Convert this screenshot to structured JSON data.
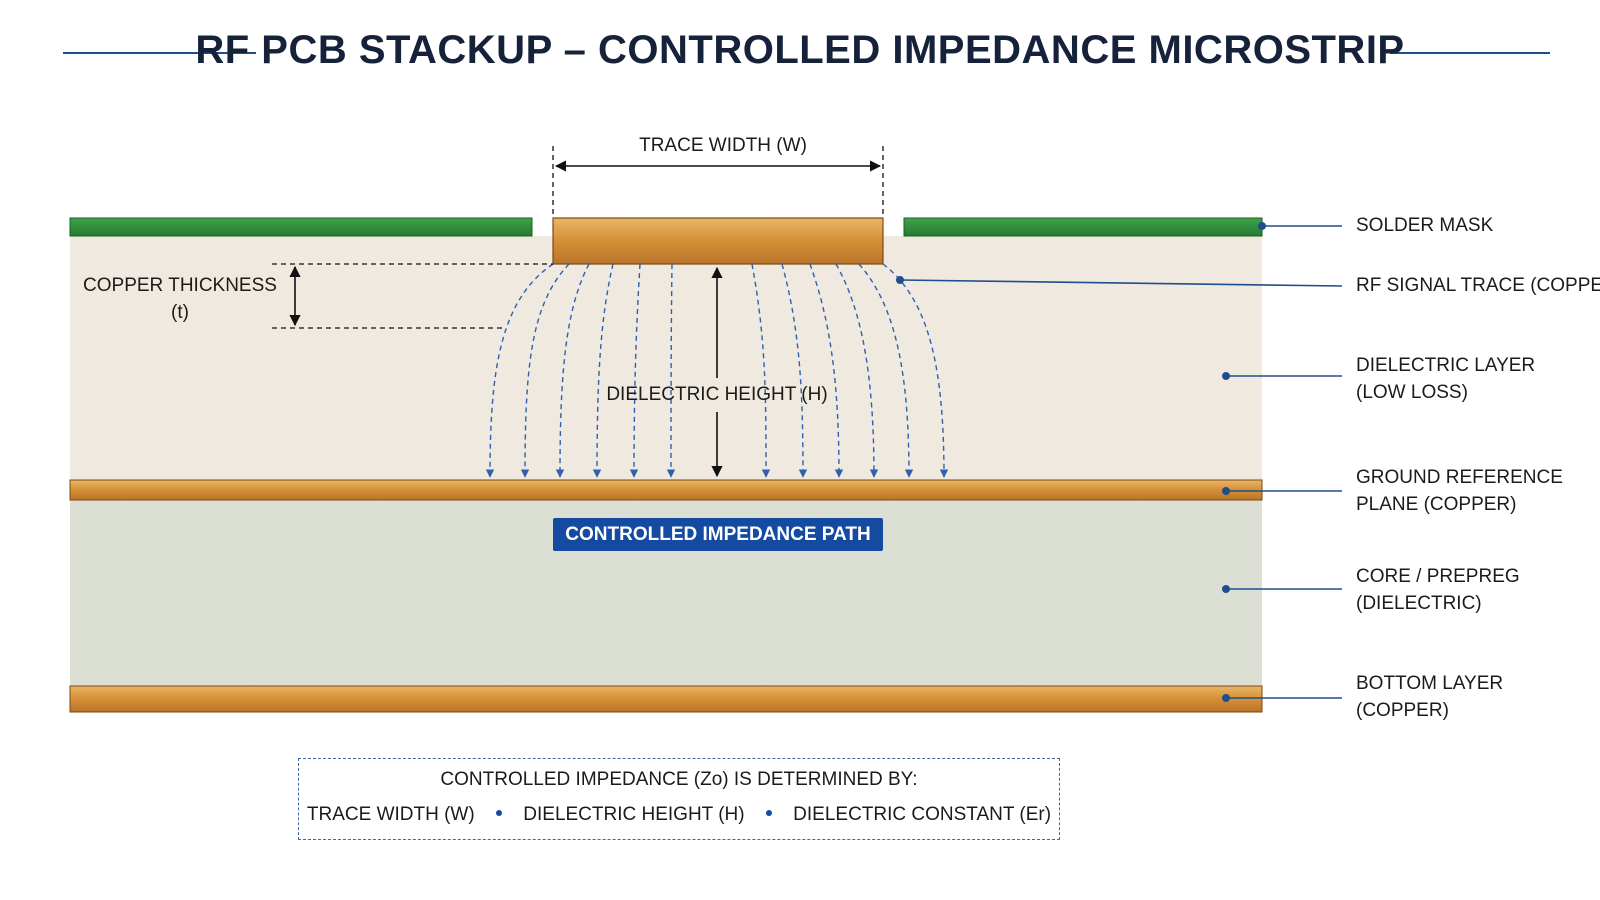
{
  "title": "RF PCB STACKUP – CONTROLLED IMPEDANCE MICROSTRIP",
  "dimensions": {
    "trace_width": "TRACE WIDTH (W)",
    "copper_thickness": [
      "COPPER THICKNESS",
      "(t)"
    ],
    "dielectric_height": "DIELECTRIC HEIGHT (H)"
  },
  "path_badge": "CONTROLLED IMPEDANCE PATH",
  "layers": [
    {
      "id": "solder-mask",
      "lines": [
        "SOLDER MASK"
      ]
    },
    {
      "id": "rf-signal-trace",
      "lines": [
        "RF SIGNAL TRACE (COPPER)"
      ]
    },
    {
      "id": "dielectric-layer",
      "lines": [
        "DIELECTRIC LAYER",
        "(LOW LOSS)"
      ]
    },
    {
      "id": "ground-reference-plane",
      "lines": [
        "GROUND REFERENCE",
        "PLANE (COPPER)"
      ]
    },
    {
      "id": "core-prepreg",
      "lines": [
        "CORE / PREPREG",
        "(DIELECTRIC)"
      ]
    },
    {
      "id": "bottom-layer",
      "lines": [
        "BOTTOM LAYER",
        "(COPPER)"
      ]
    }
  ],
  "note": {
    "title": "CONTROLLED IMPEDANCE (Zo) IS DETERMINED BY:",
    "items": [
      "TRACE WIDTH (W)",
      "DIELECTRIC HEIGHT (H)",
      "DIELECTRIC CONSTANT (Er)"
    ]
  },
  "colors": {
    "solder_mask": "#2f8f3c",
    "copper": "#d7953d",
    "dielectric_top": "#efe9df",
    "core": "#dcdfd3",
    "accent": "#154aa1",
    "field_lines": "#2f5fb0"
  }
}
